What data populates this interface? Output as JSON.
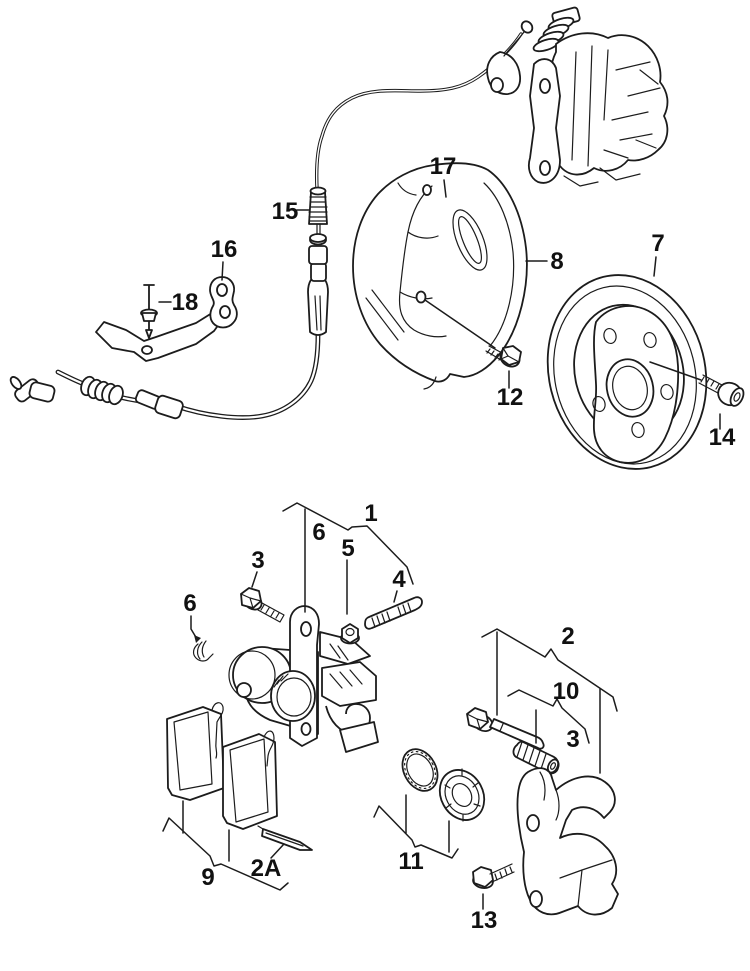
{
  "figure": {
    "kind": "exploded-parts-line-drawing",
    "background": "#ffffff",
    "line_color": "#1c1c1c",
    "label_color": "#111111"
  },
  "callouts": {
    "c15": {
      "text": "15"
    },
    "c17": {
      "text": "17"
    },
    "c16": {
      "text": "16"
    },
    "c18": {
      "text": "18"
    },
    "c8": {
      "text": "8"
    },
    "c7": {
      "text": "7"
    },
    "c12": {
      "text": "12"
    },
    "c14": {
      "text": "14"
    },
    "c1": {
      "text": "1"
    },
    "c6a": {
      "text": "6"
    },
    "c5": {
      "text": "5"
    },
    "c3a": {
      "text": "3"
    },
    "c4": {
      "text": "4"
    },
    "c6b": {
      "text": "6"
    },
    "c9": {
      "text": "9"
    },
    "c2A": {
      "text": "2A"
    },
    "c11": {
      "text": "11"
    },
    "c2": {
      "text": "2"
    },
    "c10": {
      "text": "10"
    },
    "c3b": {
      "text": "3"
    },
    "c13": {
      "text": "13"
    }
  }
}
